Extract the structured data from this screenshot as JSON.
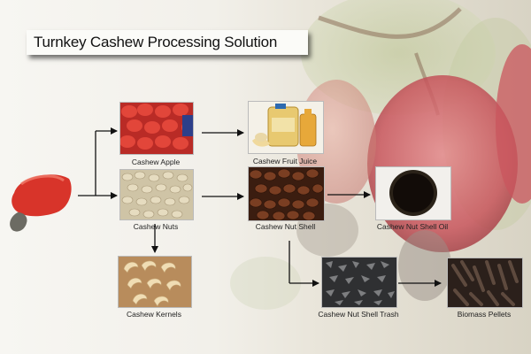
{
  "title": "Turnkey Cashew Processing Solution",
  "nodes": {
    "cashew_apple": "Cashew Apple",
    "cashew_nuts": "Cashew Nuts",
    "cashew_kernels": "Cashew Kernels",
    "cashew_fruit_juice": "Cashew Fruit Juice",
    "cashew_nut_shell": "Cashew Nut Shell",
    "cashew_nut_shell_oil": "Cashew Nut Shell Oil",
    "cashew_nut_shell_trash": "Cashew Nut Shell Trash",
    "biomass_pellets": "Biomass Pellets"
  },
  "colors": {
    "arrow": "#111111",
    "cashew_red": "#d8342a",
    "kernel": "#e9cf9c",
    "shell": "#5a2e1a",
    "oil": "#1a1410",
    "pellet": "#2b211c"
  }
}
